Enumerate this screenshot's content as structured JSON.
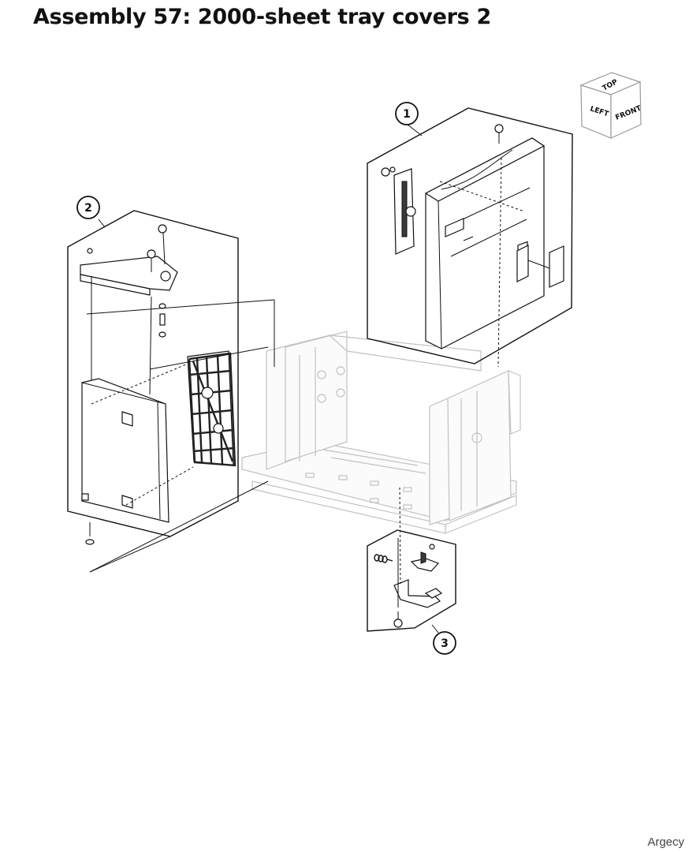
{
  "title": "Assembly 57: 2000-sheet tray covers 2",
  "callouts": [
    "1",
    "2",
    "3"
  ],
  "orientation_cube": {
    "top": "TOP",
    "left": "LEFT",
    "front": "FRONT"
  },
  "watermark": "Argecy"
}
